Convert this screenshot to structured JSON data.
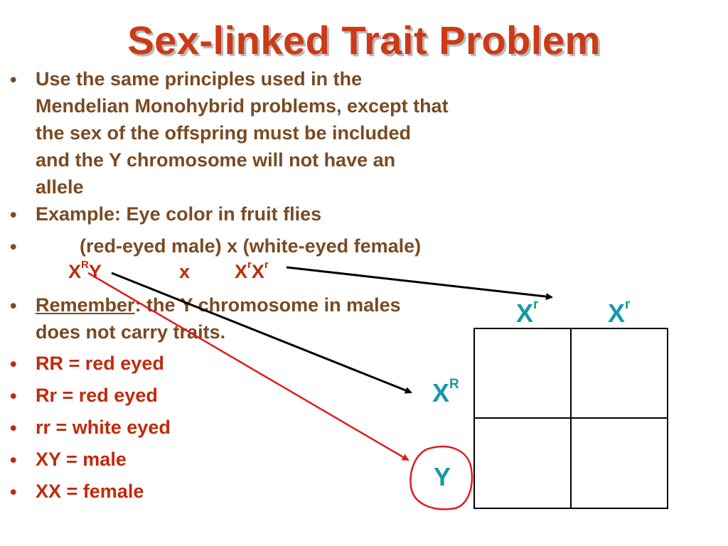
{
  "slide": {
    "title": "Sex-linked Trait Problem",
    "bullet_glyph": "•",
    "bullets": {
      "b1_line1": "Use the same principles used in the",
      "b1_line2": "Mendelian Monohybrid problems, except that",
      "b1_line3": "the sex of the offspring must be included",
      "b1_line4": "and the Y chromosome will not have an",
      "b1_line5": "allele",
      "b2": "Example: Eye color in fruit flies",
      "b3": "(red-eyed male) x (white-eyed female)",
      "b4_underlined": "Remember",
      "b4_rest": ":  the Y chromosome in males",
      "b4_line2": "does not carry traits.",
      "b5": "RR = red eyed",
      "b6": "Rr  = red eyed",
      "b7": "rr   = white eyed",
      "b8": "XY  = male",
      "b9": "XX = female"
    },
    "genotype_row": {
      "male_base": "X",
      "male_sup": "R",
      "male_y": "Y",
      "cross": "x",
      "female_x1": "X",
      "female_sup1": "r",
      "female_x2": "X",
      "female_sup2": "r"
    },
    "punnett": {
      "col1_base": "X",
      "col1_sup": "r",
      "col2_base": "X",
      "col2_sup": "r",
      "row1_base": "X",
      "row1_sup": "R",
      "row2": "Y"
    }
  },
  "colors": {
    "title": "#cc3a17",
    "body_text": "#7a4a22",
    "highlight_text": "#c02a0a",
    "punnett_labels": "#1499a7",
    "red_annotation": "#e01b1b"
  },
  "icons": [
    "arrow-black-icon",
    "arrow-red-icon",
    "circle-annotation-icon"
  ]
}
